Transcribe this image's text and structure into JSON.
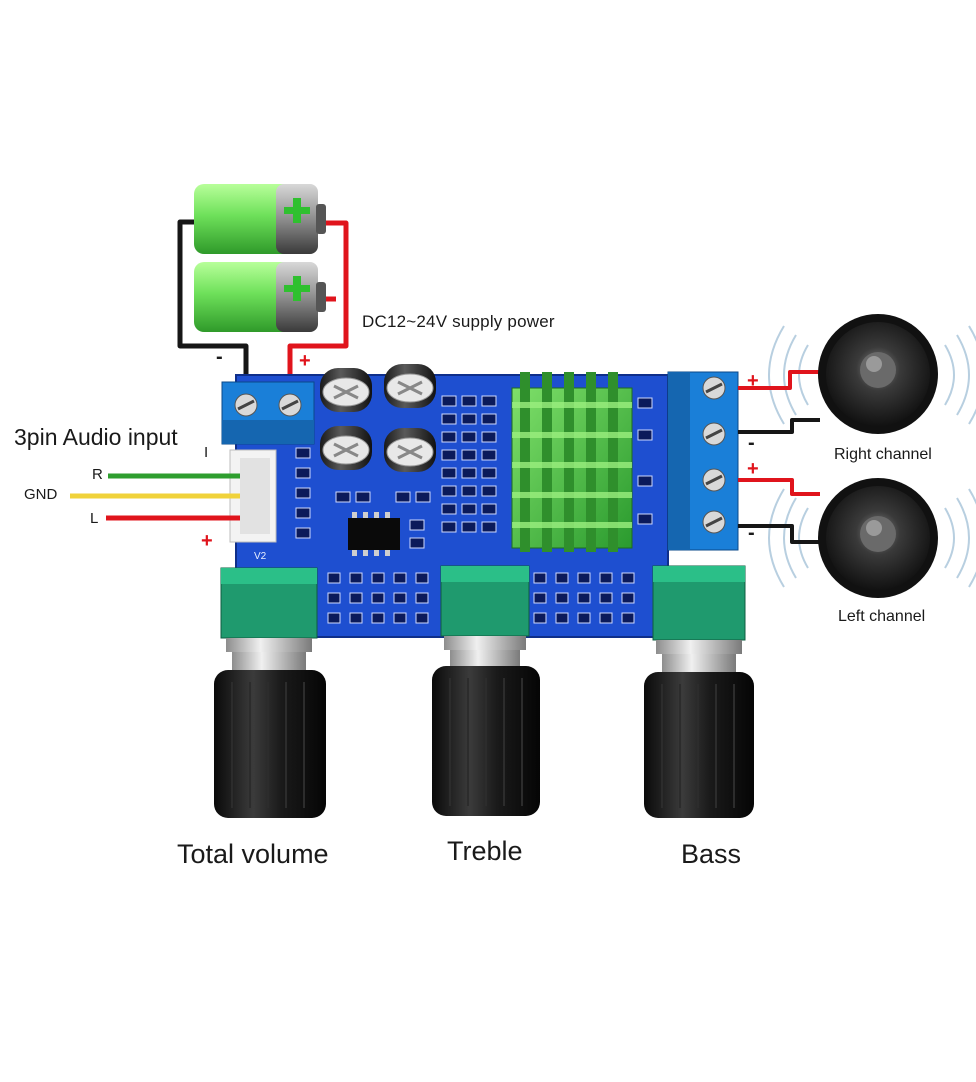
{
  "labels": {
    "supply_power": "DC12~24V supply power",
    "audio_input": "3pin Audio input",
    "pin_r": "R",
    "pin_gnd": "GND",
    "pin_l": "L",
    "pin_marker": "I",
    "battery_negative": "-",
    "battery_positive": "+",
    "audio_positive": "+",
    "right_positive": "+",
    "right_negative": "-",
    "left_positive": "+",
    "left_negative": "-",
    "right_channel": "Right channel",
    "left_channel": "Left channel",
    "total_volume": "Total volume",
    "treble": "Treble",
    "bass": "Bass",
    "board_marking": "V2"
  },
  "colors": {
    "wire_red": "#e0141c",
    "wire_black": "#161616",
    "wire_green": "#2e9e2e",
    "wire_yellow": "#f0d23a",
    "board_blue": "#1e4fd0",
    "terminal_blue": "#1a7fd8",
    "heatsink_green": "#4cc13e",
    "pot_green": "#1f9a6e",
    "knob_black": "#151515",
    "battery_green": "#6ee05a"
  },
  "icons": [
    "battery-icon",
    "speaker-icon",
    "sound-wave-icon",
    "heatsink-icon",
    "capacitor-icon",
    "potentiometer-knob-icon"
  ]
}
